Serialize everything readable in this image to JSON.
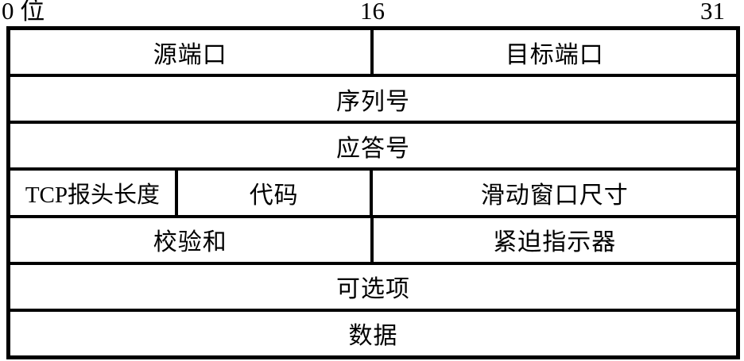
{
  "diagram": {
    "title_semantic": "TCP header structure",
    "colors": {
      "background": "#ffffff",
      "line": "#000000",
      "text": "#000000"
    },
    "bit_labels": {
      "start": "0 位",
      "middle": "16",
      "end": "31"
    },
    "rows": [
      {
        "cells": [
          {
            "label": "源端口"
          },
          {
            "label": "目标端口"
          }
        ]
      },
      {
        "cells": [
          {
            "label": "序列号"
          }
        ]
      },
      {
        "cells": [
          {
            "label": "应答号"
          }
        ]
      },
      {
        "cells": [
          {
            "label": "TCP报头长度"
          },
          {
            "label": "代码"
          },
          {
            "label": "滑动窗口尺寸"
          }
        ]
      },
      {
        "cells": [
          {
            "label": "校验和"
          },
          {
            "label": "紧迫指示器"
          }
        ]
      },
      {
        "cells": [
          {
            "label": "可选项"
          }
        ]
      },
      {
        "cells": [
          {
            "label": "数据"
          }
        ]
      }
    ]
  }
}
